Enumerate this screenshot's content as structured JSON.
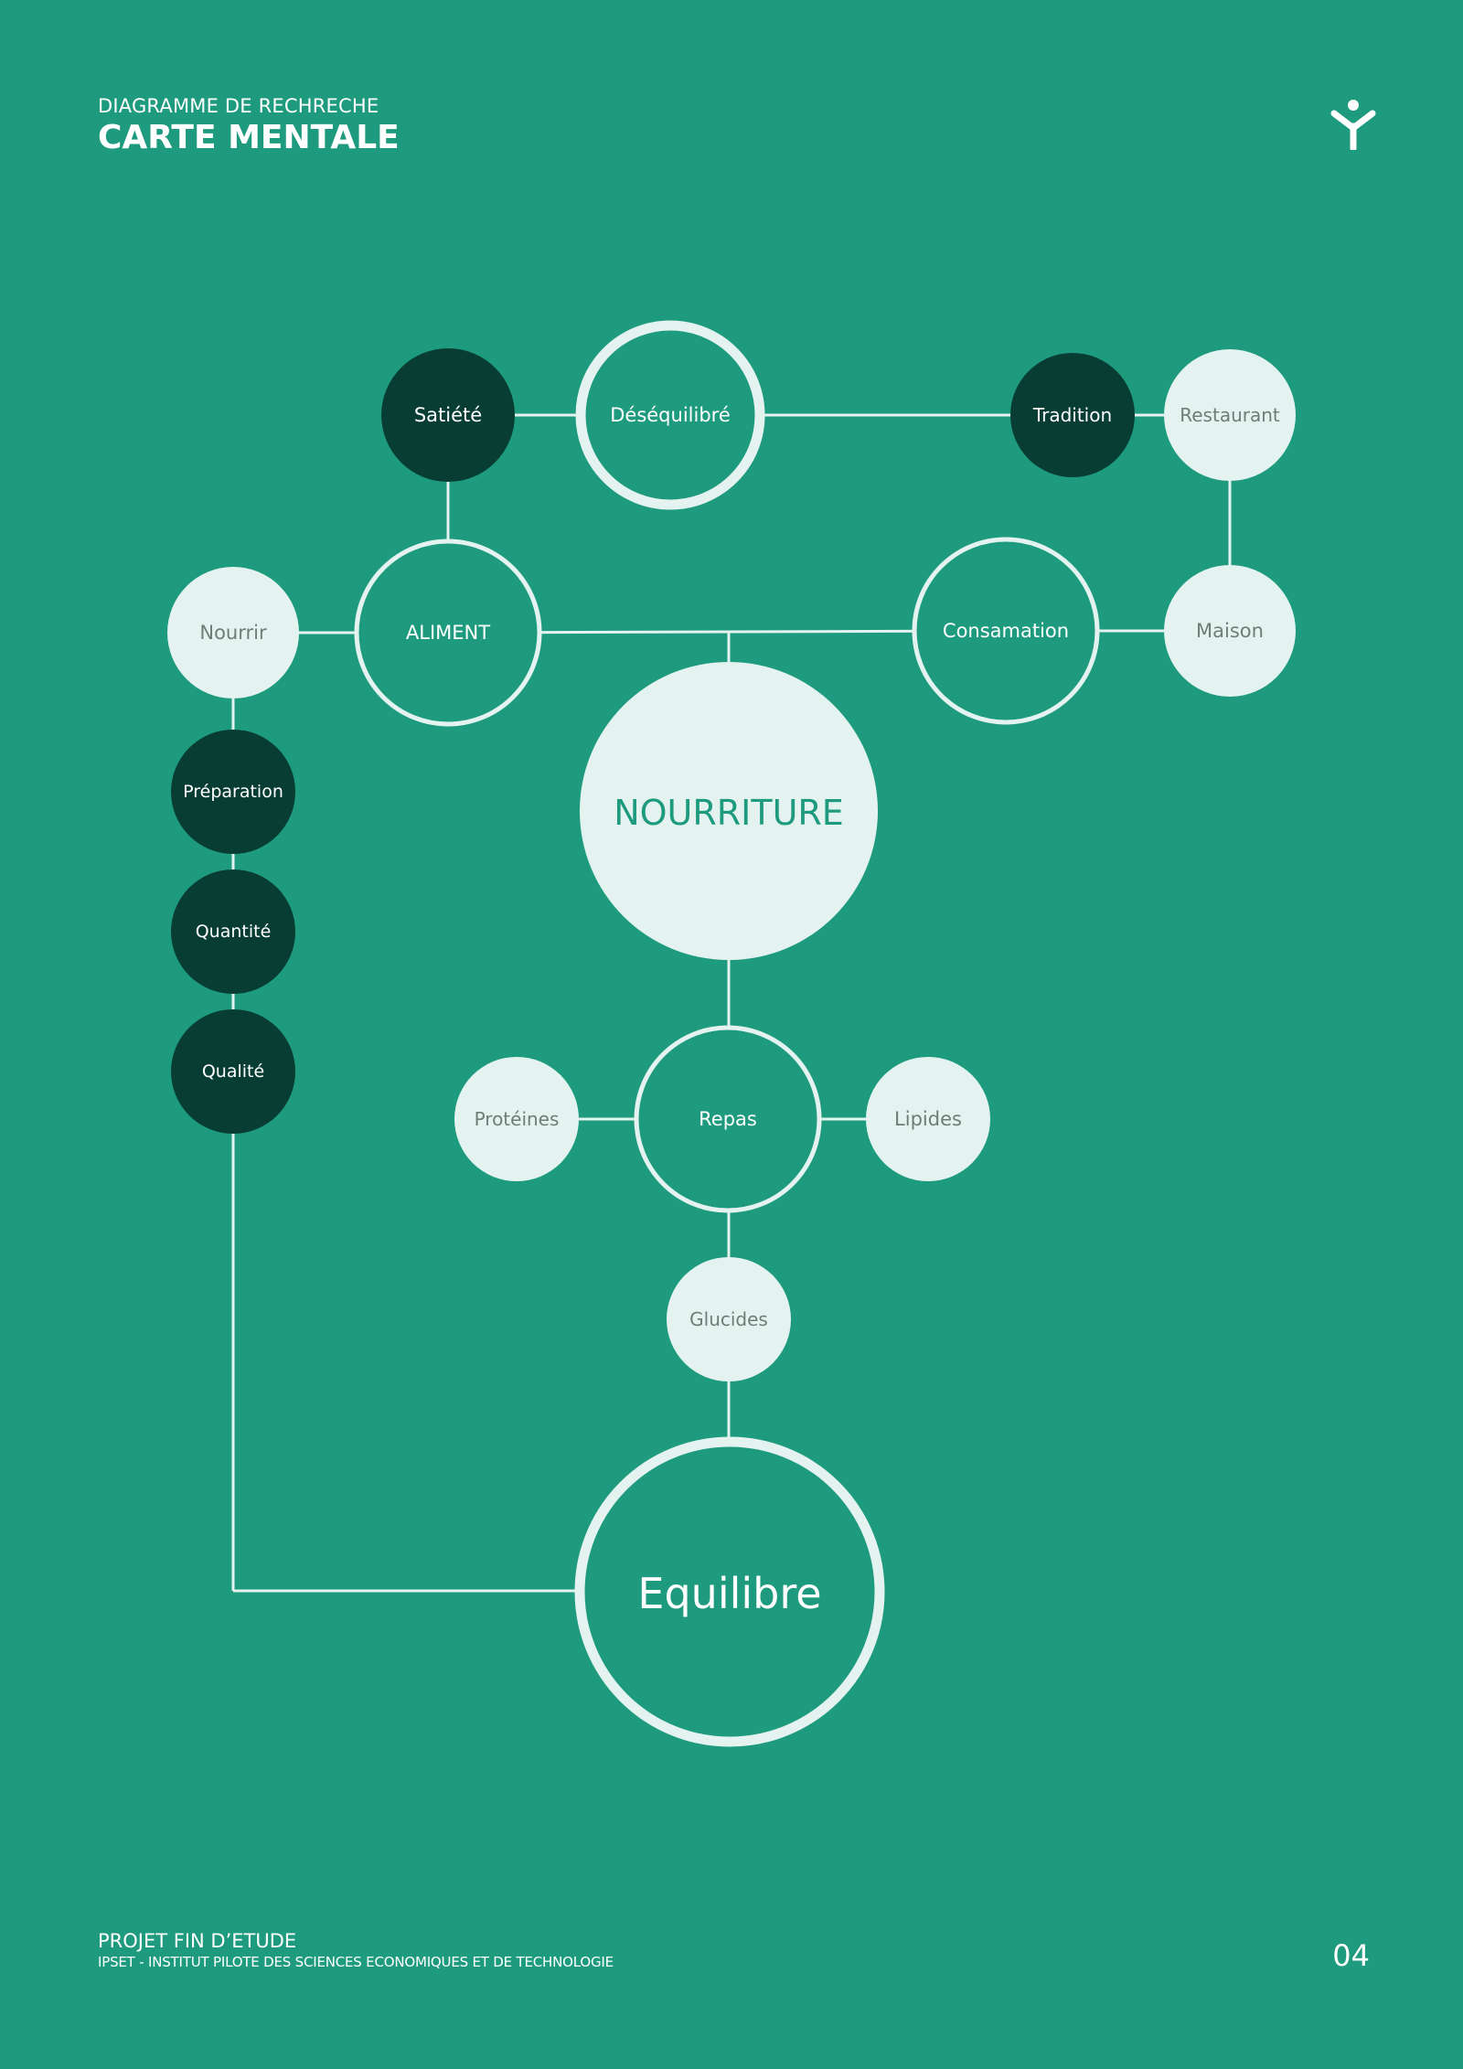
{
  "header": {
    "subtitle": "DIAGRAMME DE RECHRECHE",
    "title": "CARTE MENTALE"
  },
  "logo_icon": "person-icon",
  "colors": {
    "background": "#1e9b7e",
    "light": "#e4f3ef",
    "dark": "#083d33",
    "gray_text": "#6d7d78",
    "accent_text": "#1e9b7e",
    "white": "#ffffff"
  },
  "nodes": {
    "satiete": "Satiété",
    "desequilibre": "Déséquilibré",
    "tradition": "Tradition",
    "restaurant": "Restaurant",
    "nourrir": "Nourrir",
    "aliment": "ALIMENT",
    "consamation": "Consamation",
    "maison": "Maison",
    "nourriture": "NOURRITURE",
    "preparation": "Préparation",
    "quantite": "Quantité",
    "qualite": "Qualité",
    "proteines": "Protéines",
    "repas": "Repas",
    "lipides": "Lipides",
    "glucides": "Glucides",
    "equilibre": "Equilibre"
  },
  "footer": {
    "title": "PROJET FIN D’ETUDE",
    "subtitle": "IPSET - INSTITUT PILOTE DES SCIENCES ECONOMIQUES ET DE TECHNOLOGIE",
    "page_number": "04"
  }
}
